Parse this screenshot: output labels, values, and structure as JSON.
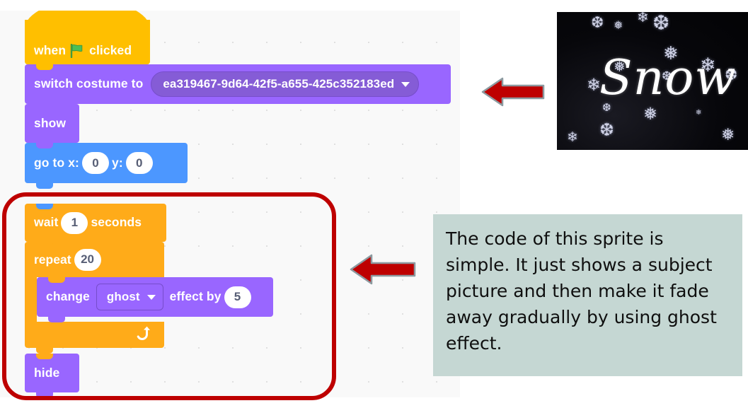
{
  "code_canvas": {
    "name": "scratch-code-area",
    "blocks": [
      {
        "id": "when-flag-clicked",
        "category": "events",
        "color": "#FFBF00",
        "label_before": "when",
        "icon": "green-flag-icon",
        "label_after": "clicked"
      },
      {
        "id": "switch-costume-to",
        "category": "looks",
        "color": "#9966FF",
        "label": "switch costume to",
        "dropdown_value": "ea319467-9d64-42f5-a655-425c352183ed"
      },
      {
        "id": "show",
        "category": "looks",
        "color": "#9966FF",
        "label": "show"
      },
      {
        "id": "go-to-xy",
        "category": "motion",
        "color": "#4C97FF",
        "label_x": "go to x:",
        "value_x": "0",
        "label_y": "y:",
        "value_y": "0"
      },
      {
        "id": "wait-seconds",
        "category": "control",
        "color": "#FFAB19",
        "label_before": "wait",
        "value": "1",
        "label_after": "seconds"
      },
      {
        "id": "repeat",
        "category": "control",
        "color": "#FFAB19",
        "label": "repeat",
        "value": "20",
        "loop_icon": "loop-arrow-icon"
      },
      {
        "id": "change-effect-by",
        "category": "looks",
        "color": "#9966FF",
        "label_before": "change",
        "dropdown_value": "ghost",
        "label_middle": "effect by",
        "value": "5"
      },
      {
        "id": "hide",
        "category": "looks",
        "color": "#9966FF",
        "label": "hide"
      }
    ]
  },
  "annotations": {
    "highlight_color": "#BE0000",
    "arrow_color": "#BE0000",
    "arrow_top_name": "arrow-pointing-to-costume-block",
    "arrow_bottom_name": "arrow-pointing-to-highlighted-loop"
  },
  "snow_image": {
    "title_text": "Snow",
    "background_color": "#07070b",
    "flakes": [
      "❆",
      "❅",
      "❄",
      "❆",
      "❅",
      "❄",
      "❆",
      "❄",
      "❅",
      "❆",
      "❄",
      "❅",
      "❆",
      "❄"
    ]
  },
  "explanation": {
    "text": "The code of this sprite is simple. It just shows a subject picture and then make it fade away gradually by using ghost effect.",
    "background_color": "#C5D7D3"
  }
}
